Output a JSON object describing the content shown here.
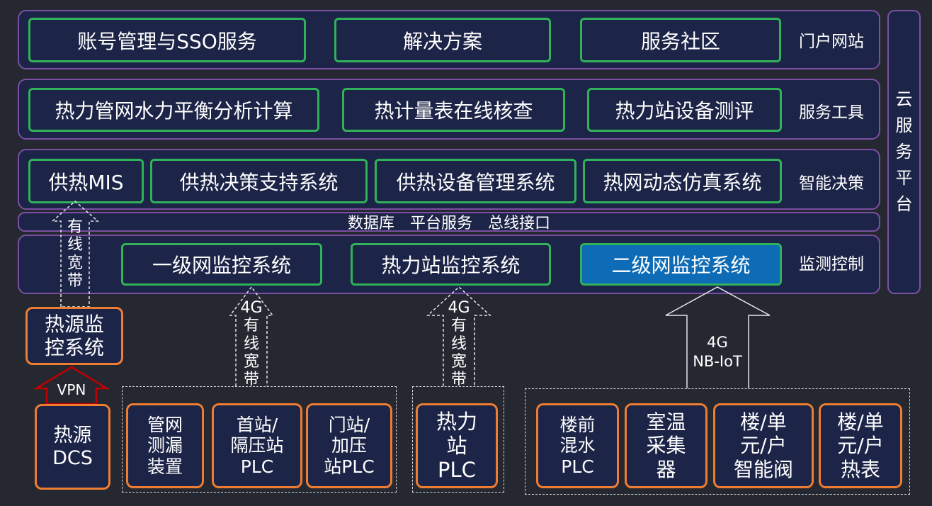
{
  "layers": {
    "portal": {
      "label": "门户网站",
      "boxes": [
        "账号管理与SSO服务",
        "解决方案",
        "服务社区"
      ]
    },
    "tools": {
      "label": "服务工具",
      "boxes": [
        "热力管网水力平衡分析计算",
        "热计量表在线核查",
        "热力站设备测评"
      ]
    },
    "decision": {
      "label": "智能决策",
      "boxes": [
        "供热MIS",
        "供热决策支持系统",
        "供热设备管理系统",
        "热网动态仿真系统"
      ]
    },
    "infra": {
      "items": [
        "数据库",
        "平台服务",
        "总线接口"
      ]
    },
    "monitor": {
      "label": "监测控制",
      "boxes": [
        "一级网监控系统",
        "热力站监控系统",
        "二级网监控系统"
      ]
    }
  },
  "cloud_platform": {
    "chars": [
      "云",
      "服",
      "务",
      "平",
      "台"
    ]
  },
  "left": {
    "arrow_text": [
      "有",
      "线",
      "宽",
      "带"
    ],
    "heat_monitor": "热源监\n控系统",
    "vpn": "VPN",
    "heat_dcs": "热源\nDCS"
  },
  "groups": {
    "primary": {
      "arrow_text": [
        "4G",
        "有",
        "线",
        "宽",
        "带"
      ],
      "boxes": [
        "管网\n测漏\n装置",
        "首站/\n隔压站\nPLC",
        "门站/\n加压\n站PLC"
      ]
    },
    "station": {
      "arrow_text": [
        "4G",
        "有",
        "线",
        "宽",
        "带"
      ],
      "boxes": [
        "热力\n站\nPLC"
      ]
    },
    "secondary": {
      "arrow_text": [
        "4G",
        "NB-IoT"
      ],
      "boxes": [
        "楼前\n混水\nPLC",
        "室温\n采集\n器",
        "楼/单\n元/户\n智能阀",
        "楼/单\n元/户\n热表"
      ]
    }
  },
  "colors": {
    "background": "#252830",
    "layer_fill": "#1c2447",
    "layer_border": "#7b4fa3",
    "green_border": "#2fb25a",
    "orange_border": "#ee7d31",
    "highlight_blue": "#0e6bb5",
    "vpn_arrow": "#c00000"
  }
}
